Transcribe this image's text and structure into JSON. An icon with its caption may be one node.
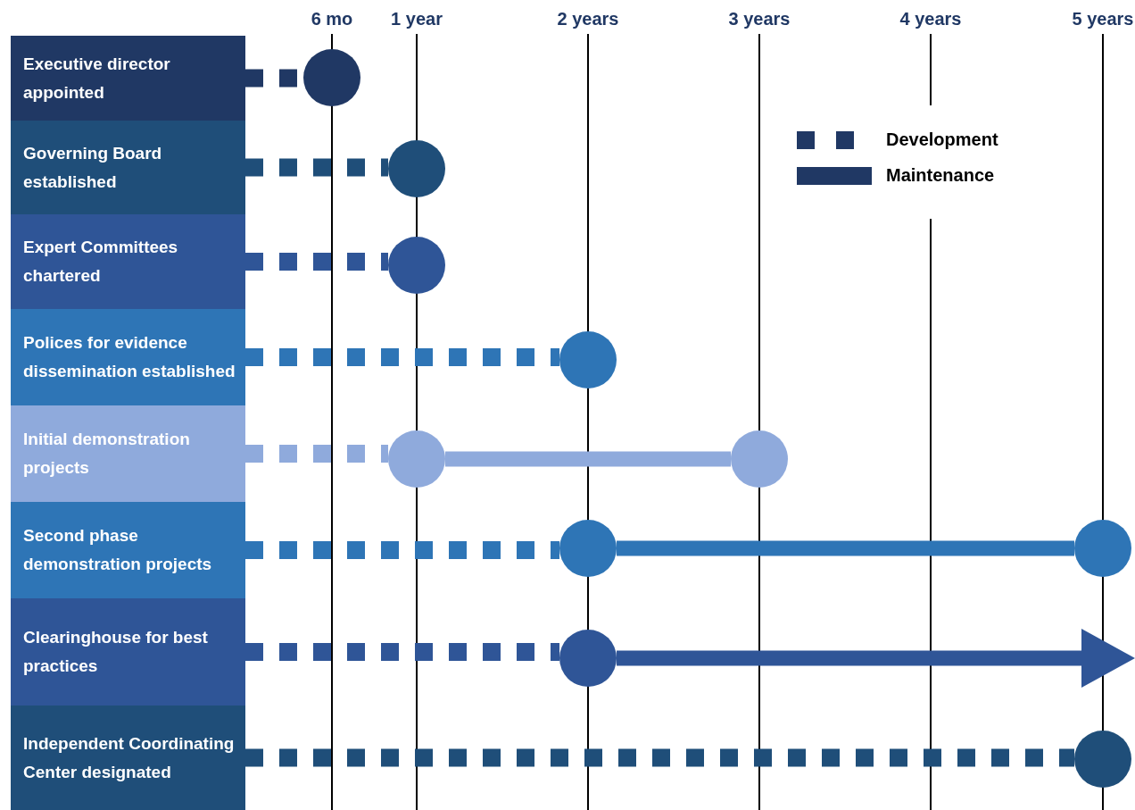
{
  "diagram": {
    "nodes": [
      {
        "text": [
          "Executive director appointed"
        ]
      },
      {
        "text": [
          "Governing Board established"
        ]
      },
      {
        "text": [
          "Expert Committees chartered"
        ]
      },
      {
        "text": [
          "Polices for evidence dissemination established"
        ]
      },
      {
        "text": [
          "Initial demonstration projects"
        ]
      },
      {
        "text": [
          "Second phase demonstration projects"
        ]
      },
      {
        "text": [
          "Clearinghouse for best practices"
        ]
      },
      {
        "text": [
          "Independent Coordinating Center designated"
        ]
      },
      {
        "text": [],
        "shape": "circle"
      },
      {
        "text": [],
        "shape": "circle"
      },
      {
        "text": [],
        "shape": "circle"
      },
      {
        "text": [],
        "shape": "circle"
      },
      {
        "text": [],
        "shape": "circle"
      },
      {
        "text": [],
        "shape": "circle"
      },
      {
        "text": [],
        "shape": "circle"
      },
      {
        "text": [],
        "shape": "circle"
      },
      {
        "text": [],
        "shape": "circle"
      },
      {
        "text": [],
        "shape": "circle"
      }
    ],
    "edges": [
      {
        "from": 0,
        "to": 8,
        "arrow": "none",
        "style": "dashed",
        "color": "#203864"
      },
      {
        "from": 1,
        "to": 9,
        "arrow": "none",
        "style": "dashed",
        "color": "#1f4e79"
      },
      {
        "from": 2,
        "to": 10,
        "arrow": "none",
        "style": "dashed",
        "color": "#2f5597"
      },
      {
        "from": 3,
        "to": 11,
        "arrow": "none",
        "style": "dashed",
        "color": "#2e75b6"
      },
      {
        "from": 4,
        "to": 12,
        "arrow": "none",
        "style": "dashed",
        "color": "#8faadc"
      },
      {
        "from": 12,
        "to": 13,
        "arrow": "none",
        "color": "#8faadc"
      },
      {
        "from": 5,
        "to": 14,
        "arrow": "none",
        "style": "dashed",
        "color": "#2e75b6"
      },
      {
        "from": 14,
        "to": 15,
        "arrow": "none",
        "color": "#2e75b6"
      },
      {
        "from": 6,
        "to": 16,
        "arrow": "none",
        "style": "dashed",
        "color": "#2f5597"
      },
      {
        "from": 16,
        "to": null,
        "arrow": "to",
        "color": "#2f5597"
      },
      {
        "from": 7,
        "to": 17,
        "arrow": "none",
        "style": "dashed",
        "color": "#1f4e79"
      }
    ],
    "labels": [
      "6 mo",
      "1 year",
      "2 years",
      "3 years",
      "4 years",
      "5 years"
    ],
    "legend": [
      {
        "text": "Development"
      },
      {
        "text": "Maintenance"
      }
    ]
  }
}
